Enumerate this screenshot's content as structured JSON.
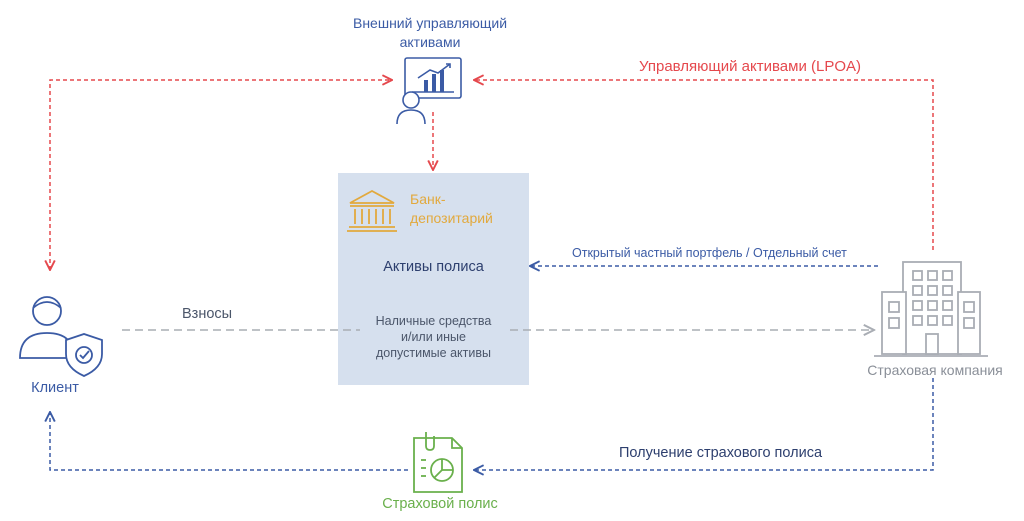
{
  "nodes": {
    "manager": {
      "title_line1": "Внешний управляющий",
      "title_line2": "активами"
    },
    "bank": {
      "title_line1": "Банк-",
      "title_line2": "депозитарий"
    },
    "assets": {
      "title": "Активы полиса"
    },
    "cash": {
      "line1": "Наличные средства",
      "line2": "и/или иные",
      "line3": "допустимые активы"
    },
    "client": {
      "label": "Клиент"
    },
    "insurer": {
      "label": "Страховая компания"
    },
    "policy": {
      "label": "Страховой полис"
    }
  },
  "edges": {
    "lpoa": "Управляющий активами (LPOA)",
    "portfolio": "Открытый частный портфель / Отдельный счет",
    "contributions": "Взносы",
    "policy_receipt": "Получение страхового полиса"
  },
  "colors": {
    "red": "#e5484d",
    "blue": "#3b5ba5",
    "gray": "#a9adb4",
    "orange": "#e2a93d",
    "green": "#6ab04c",
    "box": "#d6e0ee"
  }
}
